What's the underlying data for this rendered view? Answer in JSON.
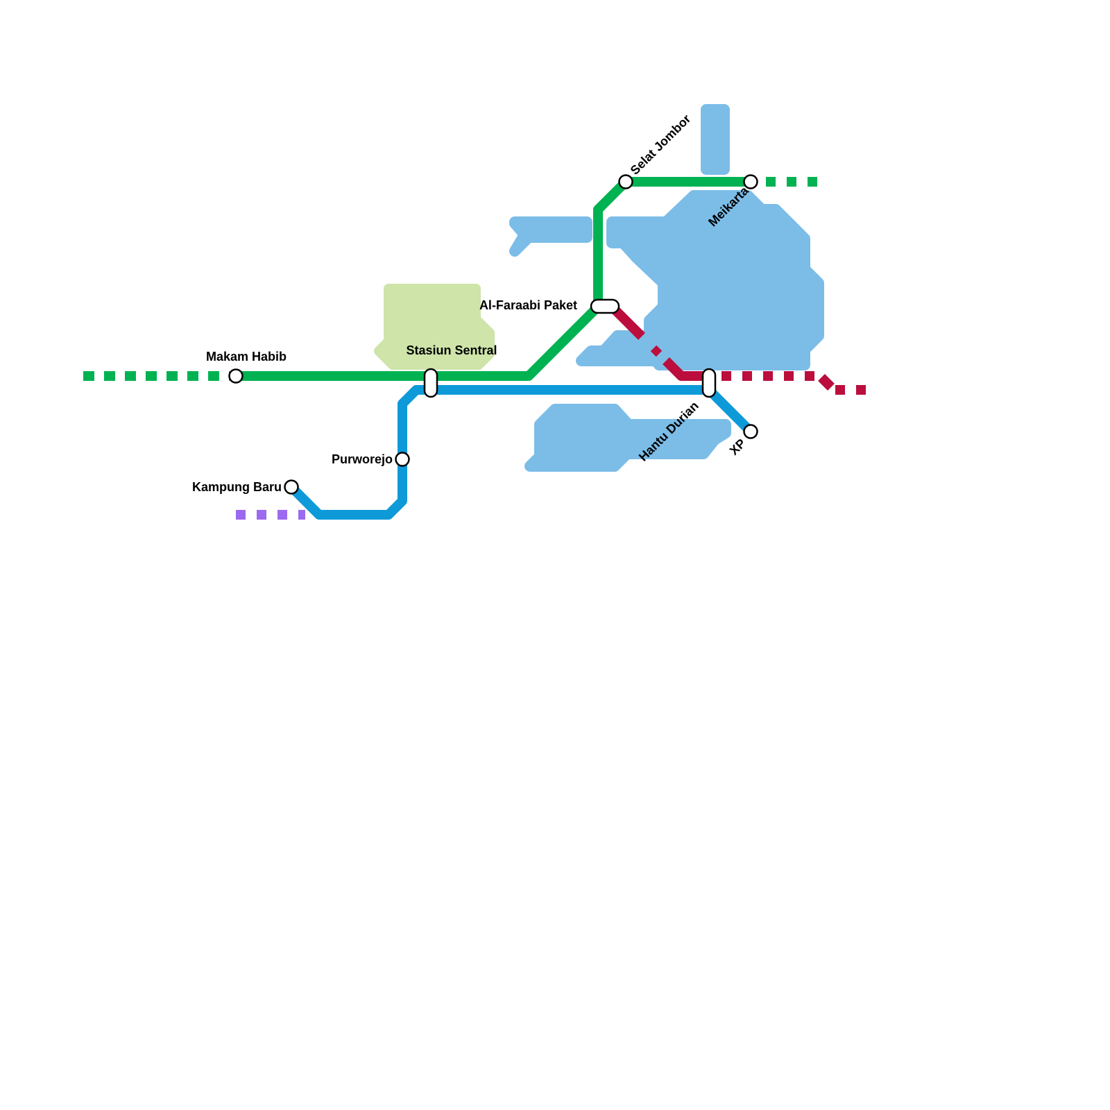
{
  "map": {
    "colors": {
      "green_line": "#00b251",
      "blue_line": "#0e9ad8",
      "red_line": "#bb0e3d",
      "purple_line": "#9b6af0",
      "water": "#7cbde8",
      "park": "#cfe4a9",
      "station_fill": "#ffffff",
      "station_stroke": "#000000"
    },
    "lines": [
      {
        "name": "Green Line",
        "color": "green_line"
      },
      {
        "name": "Blue Line",
        "color": "blue_line"
      },
      {
        "name": "Red Line",
        "color": "red_line"
      },
      {
        "name": "Purple Line (planned)",
        "color": "purple_line"
      }
    ],
    "stations": {
      "makam_habib": "Makam Habib",
      "stasiun_sentral": "Stasiun Sentral",
      "al_faraabi_paket": "Al-Faraabi Paket",
      "selat_jombor": "Selat Jombor",
      "meikarta": "Meikarta",
      "hantu_durian": "Hantu Durian",
      "xp": "XP",
      "purworejo": "Purworejo",
      "kampung_baru": "Kampung Baru"
    }
  }
}
